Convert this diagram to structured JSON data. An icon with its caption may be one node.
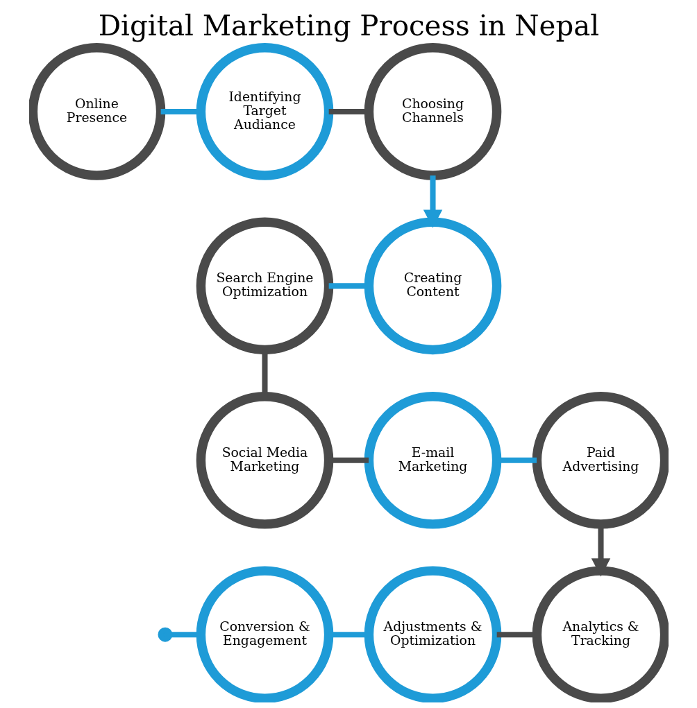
{
  "diagram": {
    "title": "Digital Marketing Process in Nepal",
    "nodes": [
      {
        "text": [
          "Online Presence"
        ]
      },
      {
        "text": [
          "Identifying Target Audiance"
        ]
      },
      {
        "text": [
          "Choosing Channels"
        ]
      },
      {
        "text": [
          "Search Engine Optimization"
        ]
      },
      {
        "text": [
          "Creating Content"
        ]
      },
      {
        "text": [
          "Social Media Marketing"
        ]
      },
      {
        "text": [
          "E-mail Marketing"
        ]
      },
      {
        "text": [
          "Paid Advertising"
        ]
      },
      {
        "text": [
          "Conversion & Engagement"
        ]
      },
      {
        "text": [
          "Adjustments & Optimization"
        ]
      },
      {
        "text": [
          "Analytics & Tracking"
        ]
      }
    ],
    "edges": [
      {
        "from": 0,
        "to": 1,
        "arrow": "none",
        "color": "#1e9bd7"
      },
      {
        "from": 1,
        "to": 2,
        "arrow": "none",
        "color": "#4a4a4a"
      },
      {
        "from": 2,
        "to": 4,
        "arrow": "to",
        "color": "#1e9bd7"
      },
      {
        "from": 4,
        "to": 3,
        "arrow": "none",
        "color": "#1e9bd7"
      },
      {
        "from": 3,
        "to": 5,
        "arrow": "none",
        "color": "#4a4a4a"
      },
      {
        "from": 5,
        "to": 6,
        "arrow": "none",
        "color": "#4a4a4a"
      },
      {
        "from": 6,
        "to": 7,
        "arrow": "none",
        "color": "#1e9bd7"
      },
      {
        "from": 7,
        "to": 10,
        "arrow": "to",
        "color": "#4a4a4a"
      },
      {
        "from": 10,
        "to": 9,
        "arrow": "none",
        "color": "#4a4a4a"
      },
      {
        "from": 9,
        "to": 8,
        "arrow": "none",
        "color": "#1e9bd7"
      },
      {
        "from": 8,
        "to": null,
        "arrow": "other",
        "color": "#1e9bd7"
      }
    ]
  }
}
